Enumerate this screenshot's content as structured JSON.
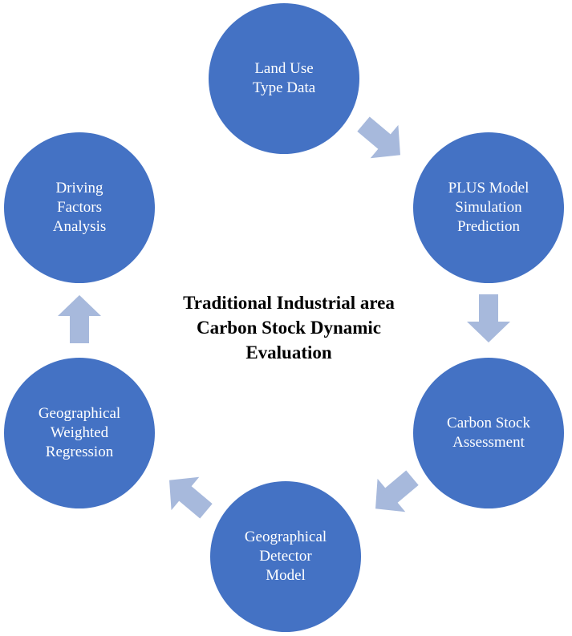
{
  "colors": {
    "node_fill": "#4472C4",
    "arrow_fill": "#A7B9DC",
    "node_text": "#FFFFFF",
    "title_text": "#000000"
  },
  "center_title": "Traditional Industrial area\nCarbon Stock Dynamic\nEvaluation",
  "nodes": [
    {
      "label": "Land Use\nType Data"
    },
    {
      "label": "PLUS Model\nSimulation\nPrediction"
    },
    {
      "label": "Carbon Stock\nAssessment"
    },
    {
      "label": "Geographical\nDetector\nModel"
    },
    {
      "label": "Geographical\nWeighted\nRegression"
    },
    {
      "label": "Driving\nFactors\nAnalysis"
    }
  ],
  "arrows": [
    {
      "from": "Land Use Type Data",
      "to": "PLUS Model Simulation Prediction",
      "icon": "arrow-right-down-icon"
    },
    {
      "from": "PLUS Model Simulation Prediction",
      "to": "Carbon Stock Assessment",
      "icon": "arrow-down-icon"
    },
    {
      "from": "Carbon Stock Assessment",
      "to": "Geographical Detector Model",
      "icon": "arrow-down-left-icon"
    },
    {
      "from": "Geographical Detector Model",
      "to": "Geographical Weighted Regression",
      "icon": "arrow-up-left-icon"
    },
    {
      "from": "Geographical Weighted Regression",
      "to": "Driving Factors Analysis",
      "icon": "arrow-up-icon"
    }
  ]
}
